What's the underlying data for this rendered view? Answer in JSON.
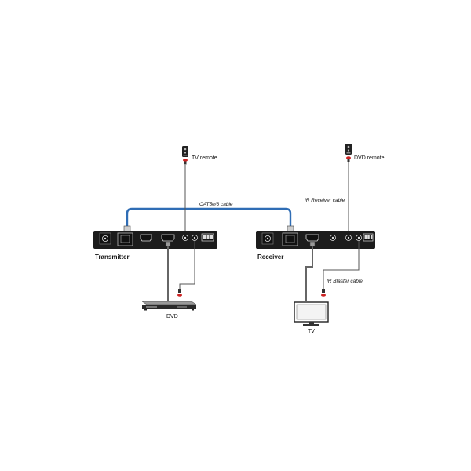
{
  "labels": {
    "tv_remote": "TV remote",
    "dvd_remote": "DVD remote",
    "cat_cable": "CAT5e/6 cable",
    "ir_receiver_cable": "IR Receiver cable",
    "ir_blaster_cable": "IR Blaster cable",
    "transmitter": "Transmitter",
    "receiver": "Receiver",
    "dvd": "DVD",
    "tv": "TV"
  },
  "colors": {
    "cat_cable": "#2f6db5",
    "device_body": "#1c1c1c",
    "wire": "#555555"
  },
  "icons": [
    "remote-control-icon",
    "ir-eye-icon",
    "dvd-player-icon",
    "tv-icon"
  ]
}
